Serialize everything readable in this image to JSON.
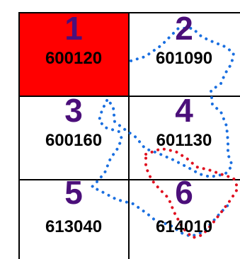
{
  "grid": {
    "colors": {
      "highlight_fill": "#ff0000",
      "grid_line": "#000000",
      "cell_number": "#4b0f7a",
      "cell_code": "#000000"
    },
    "cells": [
      {
        "number": "1",
        "code": "600120",
        "highlighted": true
      },
      {
        "number": "2",
        "code": "601090",
        "highlighted": false
      },
      {
        "number": "3",
        "code": "600160",
        "highlighted": false
      },
      {
        "number": "4",
        "code": "601130",
        "highlighted": false
      },
      {
        "number": "5",
        "code": "613040",
        "highlighted": false
      },
      {
        "number": "6",
        "code": "614010",
        "highlighted": false
      }
    ]
  },
  "boundaries": [
    {
      "name": "blue-dotted-boundary",
      "color": "#1a6fe0"
    },
    {
      "name": "red-dotted-boundary",
      "color": "#e01020"
    }
  ]
}
